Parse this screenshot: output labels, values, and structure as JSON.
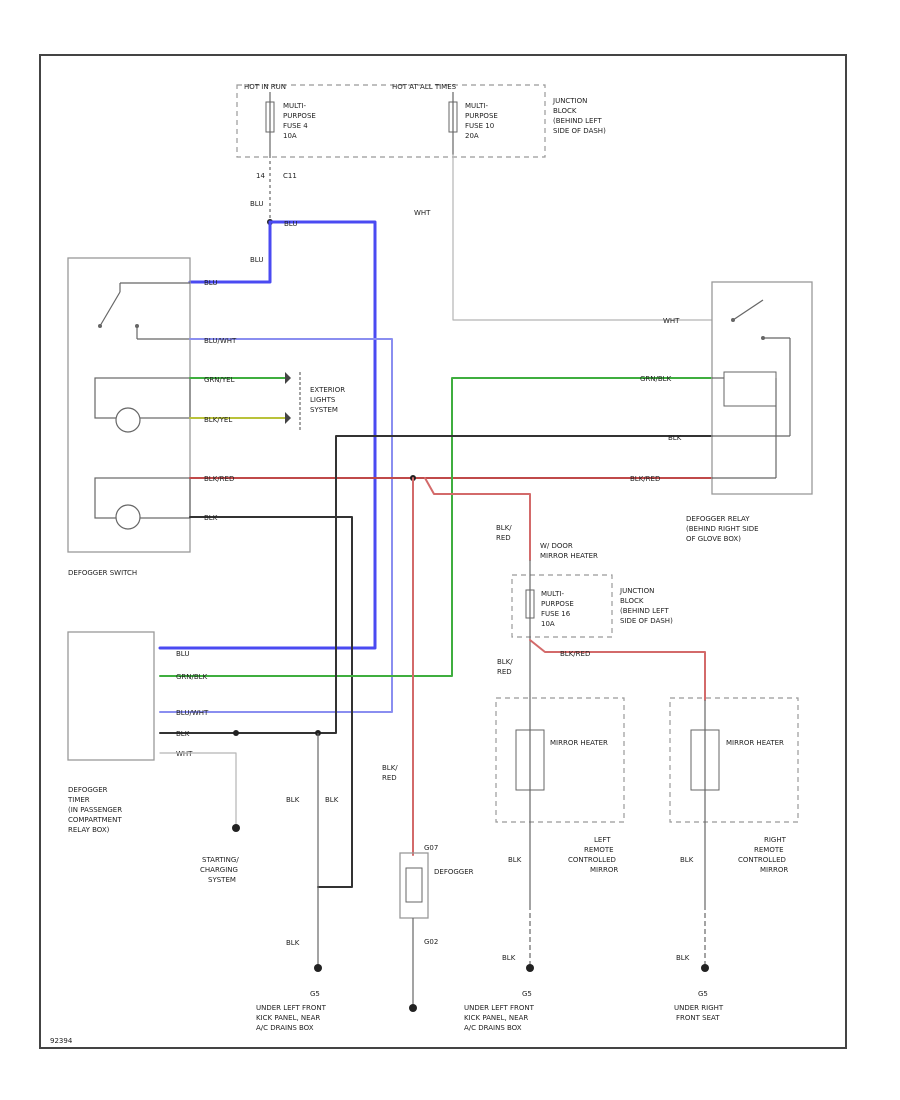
{
  "labels": {
    "hot_in_on": "HOT IN RUN",
    "hot_at_all_times": "HOT AT ALL TIMES",
    "fuse_a_line1": "MULTI-",
    "fuse_a_line2": "PURPOSE",
    "fuse_a_line3": "FUSE 4",
    "fuse_a_line4": "10A",
    "fuse_b_line1": "MULTI-",
    "fuse_b_line2": "PURPOSE",
    "fuse_b_line3": "FUSE 10",
    "fuse_b_line4": "20A",
    "jb_top_line1": "JUNCTION",
    "jb_top_line2": "BLOCK",
    "jb_top_line3": "(BEHIND LEFT",
    "jb_top_line4": "SIDE OF DASH)",
    "wire_wht": "WHT",
    "wire_wht2": "WHT",
    "wire_blu_1": "BLU",
    "wire_blu_2": "BLU",
    "wire_blu_3": "BLU",
    "wire_blu_4": "BLU",
    "wire_blu_wht": "BLU/WHT",
    "wire_grn_yel": "GRN/YEL",
    "wire_blk_yel": "BLK/YEL",
    "wire_blk_red": "BLK/RED",
    "wire_blk": "BLK",
    "wire_blk_red_right": "BLK/RED",
    "wire_grn_blk": "GRN/BLK",
    "wire_blk_right": "BLK",
    "pin_14": "14",
    "pin_c11": "C11",
    "exterior_line1": "EXTERIOR",
    "exterior_line2": "LIGHTS",
    "exterior_line3": "SYSTEM",
    "defogger_switch": "DEFOGGER SWITCH",
    "relay_line1": "DEFOGGER RELAY",
    "relay_line2": "(BEHIND RIGHT SIDE",
    "relay_line3": "OF GLOVE BOX)",
    "mirror_heater_note_1": "W/ DOOR",
    "mirror_heater_note_2": "MIRROR HEATER",
    "jb_mid_line1": "JUNCTION",
    "jb_mid_line2": "BLOCK",
    "jb_mid_line3": "(BEHIND LEFT",
    "jb_mid_line4": "SIDE OF DASH)",
    "fuse_c_line1": "MULTI-",
    "fuse_c_line2": "PURPOSE",
    "fuse_c_line3": "FUSE 16",
    "fuse_c_line4": "10A",
    "timer_line1": "DEFOGGER",
    "timer_line2": "TIMER",
    "timer_line3": "(IN PASSENGER",
    "timer_line4": "COMPARTMENT",
    "timer_line5": "RELAY BOX)",
    "timer_wire_blu": "BLU",
    "timer_wire_grn": "GRN/BLK",
    "timer_wire_bluwht": "BLU/WHT",
    "timer_wire_blk": "BLK",
    "timer_wire_wht": "WHT",
    "starting_line1": "STARTING/",
    "starting_line2": "CHARGING",
    "starting_line3": "SYSTEM",
    "blk_red_wire": "BLK/RED",
    "blk_red_a": "BLK/",
    "blk_red_b": "RED",
    "blk_red_c": "BLK/",
    "blk_red_d": "RED",
    "blk_red_e": "BLK/",
    "blk_red_f": "RED",
    "blk_l1": "BLK",
    "blk_l2": "BLK",
    "blk_l3": "BLK",
    "blk_l4": "BLK",
    "blk_l5": "BLK",
    "blk_l6": "BLK",
    "blk_l7": "BLK",
    "mirror_heater": "MIRROR HEATER",
    "mirror_heater2": "MIRROR HEATER",
    "left_mirror_1": "LEFT",
    "left_mirror_2": "REMOTE",
    "left_mirror_3": "CONTROLLED",
    "left_mirror_4": "MIRROR",
    "right_mirror_1": "RIGHT",
    "right_mirror_2": "REMOTE",
    "right_mirror_3": "CONTROLLED",
    "right_mirror_4": "MIRROR",
    "defogger": "DEFOGGER",
    "pin_g07": "G07",
    "pin_g02": "G02",
    "g_left_1": "G5",
    "g_left_2": "UNDER LEFT FRONT",
    "g_left_3": "KICK PANEL, NEAR",
    "g_left_4": "A/C DRAINS BOX",
    "g_mid_1": "G5",
    "g_mid_2": "UNDER LEFT FRONT",
    "g_mid_3": "KICK PANEL, NEAR",
    "g_mid_4": "A/C DRAINS BOX",
    "g_right_1": "G5",
    "g_right_2": "UNDER RIGHT",
    "g_right_3": "FRONT SEAT",
    "footer": "92394"
  }
}
